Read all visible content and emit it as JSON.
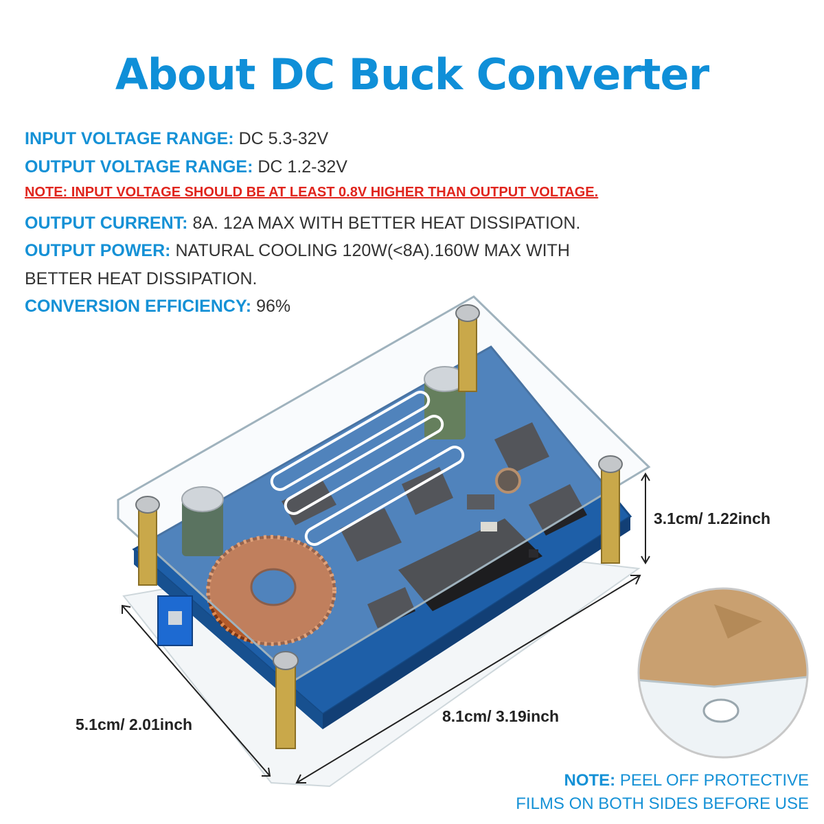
{
  "title": "About DC Buck Converter",
  "specs": {
    "input_label": "INPUT VOLTAGE RANGE:",
    "input_value": "DC 5.3-32V",
    "output_label": "OUTPUT VOLTAGE RANGE:",
    "output_value": "DC 1.2-32V",
    "note": "NOTE: INPUT VOLTAGE SHOULD BE AT LEAST 0.8V HIGHER THAN OUTPUT VOLTAGE.",
    "current_label": "OUTPUT CURRENT:",
    "current_value": "8A. 12A MAX WITH BETTER HEAT DISSIPATION.",
    "power_label": "OUTPUT POWER:",
    "power_value_line1": "NATURAL COOLING 120W(<8A).160W MAX WITH",
    "power_value_line2": "BETTER HEAT DISSIPATION.",
    "efficiency_label": "CONVERSION EFFICIENCY:",
    "efficiency_value": "96%"
  },
  "dimensions": {
    "height": "3.1cm/ 1.22inch",
    "width": "5.1cm/ 2.01inch",
    "length": "8.1cm/ 3.19inch"
  },
  "bottom_note": {
    "label": "NOTE:",
    "line1": "PEEL OFF PROTECTIVE",
    "line2": "FILMS ON BOTH SIDES BEFORE USE"
  },
  "colors": {
    "accent": "#1591d6",
    "warning": "#e0241c",
    "pcb": "#1e5fa8"
  }
}
